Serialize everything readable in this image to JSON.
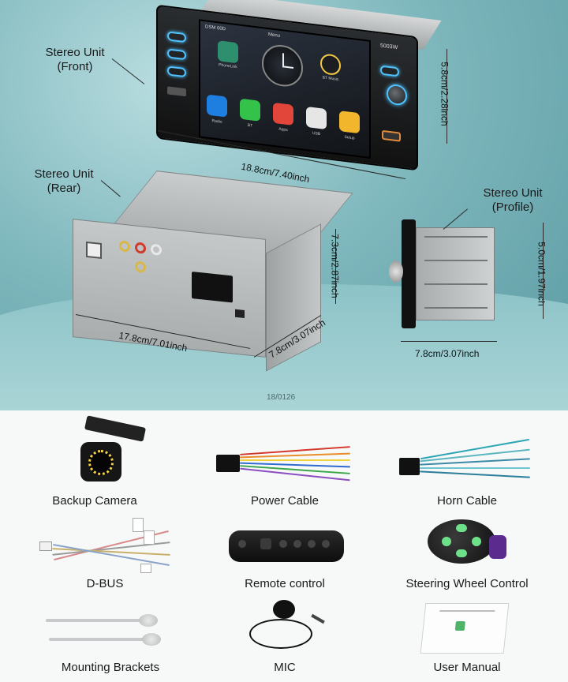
{
  "units": {
    "front_label": "Stereo Unit\n(Front)",
    "rear_label": "Stereo Unit\n(Rear)",
    "profile_label": "Stereo Unit\n(Profile)"
  },
  "dimensions": {
    "front_width": "18.8cm/7.40inch",
    "front_height": "5.8cm/2.28inch",
    "rear_width": "17.8cm/7.01inch",
    "rear_depth": "7.8cm/3.07inch",
    "rear_height": "7.3cm/2.87inch",
    "profile_depth": "7.8cm/3.07inch",
    "profile_height": "5.0cm/1.97inch"
  },
  "screen": {
    "model": "5003W",
    "apps": [
      "Radio",
      "BT",
      "Apps",
      "USB",
      "Setup"
    ],
    "top_apps": [
      "PhoneLink",
      "BT Music"
    ],
    "status_left": "DSM 00D",
    "status_mid": "Menu"
  },
  "code": "18/0126",
  "accessories": [
    {
      "name": "Backup Camera",
      "icon": "camera-icon"
    },
    {
      "name": "Power Cable",
      "icon": "cable-icon"
    },
    {
      "name": "Horn Cable",
      "icon": "cable-icon"
    },
    {
      "name": "D-BUS",
      "icon": "dbus-icon"
    },
    {
      "name": "Remote control",
      "icon": "remote-icon"
    },
    {
      "name": "Steering Wheel Control",
      "icon": "wheel-control-icon"
    },
    {
      "name": "Mounting Brackets",
      "icon": "bracket-icon"
    },
    {
      "name": "MIC",
      "icon": "mic-icon"
    },
    {
      "name": "User Manual",
      "icon": "manual-icon"
    }
  ],
  "colors": {
    "accent_glow": "#4fc3ff",
    "background_teal": "#7fb8bd"
  }
}
